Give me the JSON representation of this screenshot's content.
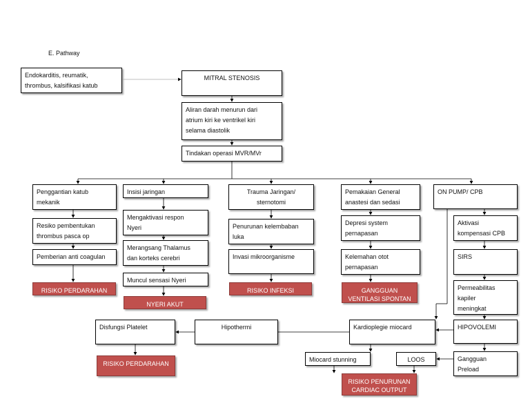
{
  "heading": "E. Pathway",
  "nodes": {
    "cause": "Endokarditis, reumatik,\nthrombus, kalsifikasi katub",
    "mitral": "MITRAL STENOSIS",
    "aliran": "Aliran darah  menurun dari\natrium kiri ke ventrikel kiri\nselama diastolik",
    "tindakan": "Tindakan operasi MVR/MVr",
    "penggantian": "Penggantian katub\nmekanik",
    "resiko_thrombus": "Resiko pembentukan\nthrombus pasca op",
    "pemberian": "Pemberian anti coagulan",
    "insisi": "Insisi jaringan",
    "mengaktivasi": "Mengaktivasi respon\nNyeri",
    "merangsang": "Merangsang Thalamus\ndan korteks cerebri",
    "muncul": "Muncul sensasi Nyeri",
    "trauma": "Trauma Jaringan/\nsternotomi",
    "penurunan_kelembaban": "Penurunan kelembaban\nluka",
    "invasi": "Invasi mikroorganisme",
    "pemakaian": "Pemakaian General\nanastesi dan sedasi",
    "depresi": "Depresi system\npernapasan",
    "kelemahan": "Kelemahan otot\npernapasan",
    "onpump": "ON PUMP/ CPB",
    "aktivasi": "Aktivasi\nkompensasi CPB",
    "sirs": "SIRS",
    "permeabilitas": "Permeabilitas\nkapiler\nmeningkat",
    "hipovolemi": "HIPOVOLEMI",
    "gangguan_preload": "Gangguan\nPreload",
    "kardioplegie": "Kardioplegie miocard",
    "hipothermi": "Hipothermi",
    "disfungsi": "Disfungsi  Platelet",
    "miocard": "Miocard stunning",
    "loos": "LOOS"
  },
  "diagnoses": {
    "perdarahan1": "RISIKO PERDARAHAN",
    "nyeri": "NYERI AKUT",
    "infeksi": "RISIKO INFEKSI",
    "gangguan_ventilasi": "GANGGUAN\nVENTILASI SPONTAN",
    "perdarahan2": "RISIKO PERDARAHAN",
    "cardiac_output": "RISIKO PENURUNAN\nCARDIAC OUTPUT"
  },
  "colors": {
    "diagnosis_fill": "#c0504d",
    "line": "#000000"
  }
}
